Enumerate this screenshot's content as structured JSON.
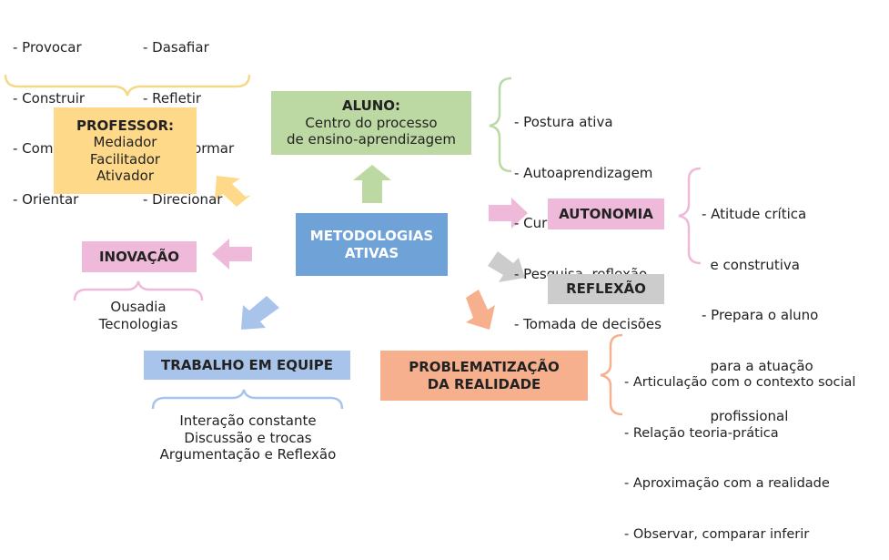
{
  "professor_verbs_col1": [
    "- Provocar",
    "- Construir",
    "- Compreender",
    "- Orientar"
  ],
  "professor_verbs_col2": [
    "- Dasafiar",
    "- Refletir",
    "- Transformar",
    "- Direcionar"
  ],
  "professor": {
    "title": "PROFESSOR:",
    "lines": [
      "Mediador",
      "Facilitador",
      "Ativador"
    ]
  },
  "aluno": {
    "title": "ALUNO:",
    "lines": [
      "Centro do processo",
      "de ensino-aprendizagem"
    ]
  },
  "aluno_list": [
    "- Postura ativa",
    "- Autoaprendizagem",
    "- Curiosidade",
    "- Pesquisa, reflexão",
    "- Tomada de decisões"
  ],
  "center": {
    "line1": "METODOLOGIAS",
    "line2": "ATIVAS"
  },
  "autonomia": {
    "title": "AUTONOMIA"
  },
  "autonomia_list": [
    "- Atitude crítica",
    "  e construtiva",
    "- Prepara o aluno",
    "  para a atuação",
    "  profissional"
  ],
  "reflexao": {
    "title": "REFLEXÃO"
  },
  "inovacao": {
    "title": "INOVAÇÃO",
    "lines": [
      "Ousadia",
      "Tecnologias"
    ]
  },
  "trabalho": {
    "title": "TRABALHO EM EQUIPE",
    "lines": [
      "Interação constante",
      "Discussão e trocas",
      "Argumentação e Reflexão"
    ]
  },
  "problematizacao": {
    "line1": "PROBLEMATIZAÇÃO",
    "line2": "DA REALIDADE"
  },
  "problematizacao_list": [
    "- Articulação com o contexto social",
    "- Relação teoria-prática",
    "- Aproximação com a realidade",
    "- Observar, comparar inferir"
  ],
  "colors": {
    "professor": "#ffd98a",
    "aluno": "#bcd9a3",
    "center": "#6fa3d8",
    "autonomia": "#efbad9",
    "reflexao": "#cccccc",
    "inovacao": "#efbad9",
    "trabalho": "#a9c4ea",
    "problematizacao": "#f6b08e",
    "brace_yellow": "#f5d98a",
    "brace_green": "#bcd9a3",
    "brace_pink": "#efbad9",
    "brace_blue": "#a9c4ea",
    "brace_orange": "#f6b08e"
  }
}
